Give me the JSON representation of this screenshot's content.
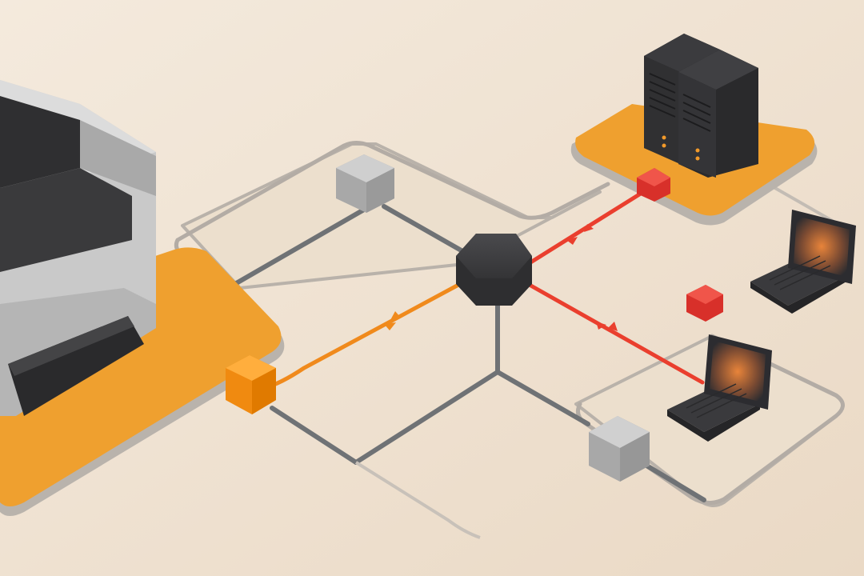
{
  "diagram": {
    "background": "#efe3d3",
    "colors": {
      "zone_fill": "#ecdfcd",
      "zone_outline": "#b8b2ab",
      "platform_orange": "#efa02f",
      "platform_edge": "#b9b3ac",
      "link_gray": "#6f7275",
      "link_orange": "#f08a1c",
      "link_red": "#ea3f2e",
      "hub": "#3b3b3d",
      "node_gray": "#b3b3b2",
      "node_orange": "#ff9a1a",
      "node_red": "#e8362d",
      "server": "#2d2d2f",
      "laptop": "#3a3a3d",
      "laptop_screen_glow": "#e07a2a",
      "printer_body": "#c9c9c9",
      "printer_dark": "#2f2f31"
    },
    "devices": [
      {
        "name": "printer",
        "icon": "printer-icon"
      },
      {
        "name": "server-rack",
        "icon": "server-icon"
      },
      {
        "name": "laptop-upper",
        "icon": "laptop-icon"
      },
      {
        "name": "laptop-lower",
        "icon": "laptop-icon"
      },
      {
        "name": "network-hub",
        "icon": "hexagon-hub-icon"
      }
    ],
    "links": [
      {
        "from": "printer-port",
        "to": "network-hub",
        "color": "orange",
        "bidirectional": true
      },
      {
        "from": "network-hub",
        "to": "server-rack",
        "color": "red",
        "bidirectional": true
      },
      {
        "from": "network-hub",
        "to": "laptop-lower",
        "color": "red",
        "bidirectional": true
      }
    ]
  }
}
